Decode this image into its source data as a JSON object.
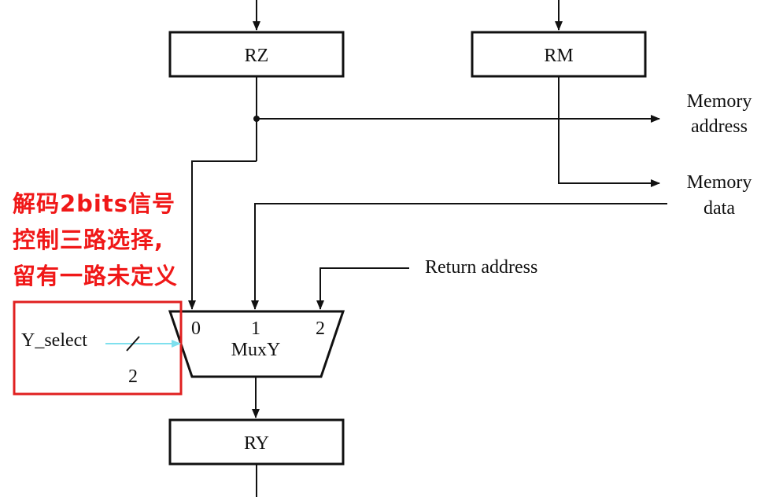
{
  "registers": {
    "rz": "RZ",
    "rm": "RM",
    "ry": "RY"
  },
  "outputs": {
    "memory_address": [
      "Memory",
      "address"
    ],
    "memory_data": [
      "Memory",
      "data"
    ]
  },
  "inputs": {
    "return_address": "Return address"
  },
  "mux": {
    "name": "MuxY",
    "input_0": "0",
    "input_1": "1",
    "input_2": "2"
  },
  "select": {
    "label": "Y_select",
    "width": "2"
  },
  "annotation": {
    "lines": [
      "解码2bits信号",
      "控制三路选择,",
      "留有一路未定义"
    ],
    "color": "#f01818"
  },
  "colors": {
    "wire": "#111111",
    "select_arrow": "#7fe0ee",
    "highlight_box": "#e02020"
  }
}
